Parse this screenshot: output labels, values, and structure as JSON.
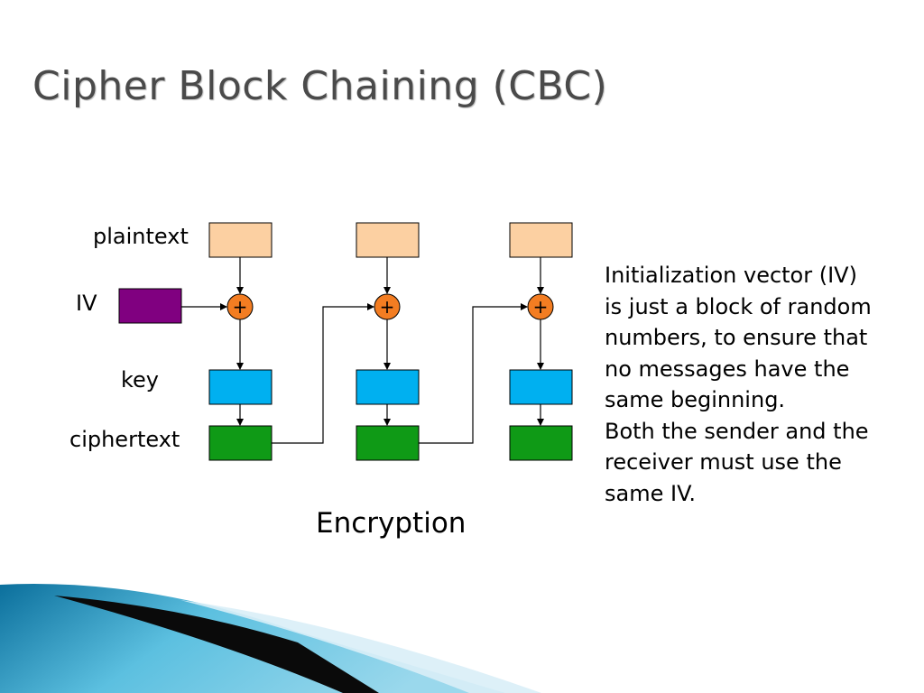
{
  "slide": {
    "title": "Cipher Block Chaining (CBC)",
    "labels": {
      "plaintext": "plaintext",
      "iv": "IV",
      "key": "key",
      "ciphertext": "ciphertext"
    },
    "xor_symbol": "+",
    "caption": "Encryption",
    "notes": [
      "Initialization vector (IV)\nis just a block of random\nnumbers, to ensure that\nno messages have the\nsame beginning.",
      "Both the sender and the\nreceiver must use the\nsame IV."
    ]
  },
  "colors": {
    "plaintext_block": "#fcd0a2",
    "iv_block": "#800080",
    "key_block": "#00b0f0",
    "ciphertext_block": "#0f9a16",
    "xor_node": "#f37d22",
    "title_text": "#4a4a4a"
  }
}
